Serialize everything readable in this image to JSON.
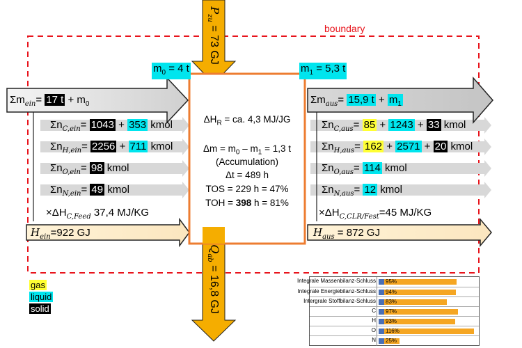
{
  "boundary_label": "boundary",
  "top_arrow": {
    "label": "P",
    "sub": "zu",
    "value": "= 73 GJ"
  },
  "bottom_arrow": {
    "label": "Q",
    "sub": "ab",
    "value": "= 16,8 GJ"
  },
  "m0_badge": {
    "prefix": "m",
    "sub": "0",
    "rest": " = 4 t"
  },
  "m1_badge": {
    "prefix": "m",
    "sub": "1",
    "rest": " = 5,3 t"
  },
  "center": {
    "dhr": "ΔH",
    "dhr_sub": "R",
    "dhr_rest": " = ca. 4,3 MJ/JG",
    "dm": "Δm = m",
    "dm_sub0": "0",
    "dm_mid": " – m",
    "dm_sub1": "1",
    "dm_rest": " = 1,3 t",
    "accumulation": "(Accumulation)",
    "dt": "Δt = 489 h",
    "tos": "TOS = 229 h = 47%",
    "toh_pre": "TOH = ",
    "toh_bold": "398",
    "toh_post": " h = 81%"
  },
  "left": {
    "mass": {
      "sym": "Σm",
      "sub": "ein",
      "eq": "= ",
      "solid": "17 t",
      "plus": " + m",
      "plus_sub": "0"
    },
    "rows": [
      {
        "sym": "Σn",
        "sub": "C,ein",
        "eq": "= ",
        "v1": "1043",
        "plus": " + ",
        "v2": "353",
        "unit": " kmol"
      },
      {
        "sym": "Σn",
        "sub": "H,ein",
        "eq": "= ",
        "v1": "2256",
        "plus": " + ",
        "v2": "711",
        "unit": " kmol"
      },
      {
        "sym": "Σn",
        "sub": "O,ein",
        "eq": "= ",
        "v1": "98",
        "unit": " kmol"
      },
      {
        "sym": "Σn",
        "sub": "N,ein",
        "eq": "= ",
        "v1": "49",
        "unit": " kmol"
      }
    ],
    "feed": {
      "pre": "×ΔH",
      "sub": "C,Feed",
      "val": "  37,4 MJ/KG"
    },
    "enthalpy": {
      "sym": "H",
      "sub": "ein",
      "val": "=922 GJ"
    }
  },
  "right": {
    "mass": {
      "sym": "Σm",
      "sub": "aus",
      "eq": "= ",
      "liquid": "15,9 t",
      "plus": " + ",
      "m1": "m",
      "m1_sub": "1"
    },
    "rows": [
      {
        "sym": "Σn",
        "sub": "C,aus",
        "eq": "= ",
        "gas": "85",
        "liquid": "1243",
        "solid": "33",
        "unit": " kmol"
      },
      {
        "sym": "Σn",
        "sub": "H,aus",
        "eq": "= ",
        "gas": "162",
        "liquid": "2571",
        "solid": "20",
        "unit": " kmol"
      },
      {
        "sym": "Σn",
        "sub": "O,aus",
        "eq": "= ",
        "liquid": "114",
        "unit": " kmol"
      },
      {
        "sym": "Σn",
        "sub": "N,aus",
        "eq": "= ",
        "liquid": "12",
        "unit": " kmol"
      }
    ],
    "clr": {
      "pre": "×ΔH",
      "sub": "C,CLR/Fest",
      "val": "=45 MJ/KG"
    },
    "enthalpy": {
      "sym": "H",
      "sub": "aus",
      "val": " = 872 GJ"
    }
  },
  "legend": {
    "gas": "gas",
    "liquid": "liquid",
    "solid": "solid"
  },
  "quality_table": {
    "rows": [
      {
        "label": "Integrale Massenbilanz-Schluss",
        "pct": "95%",
        "value": 95
      },
      {
        "label": "Integrale Energiebilanz-Schluss",
        "pct": "94%",
        "value": 94
      },
      {
        "label": "Intergrale Stoffbilanz-Schluss",
        "pct": "83%",
        "value": 83
      },
      {
        "label": "C",
        "pct": "97%",
        "value": 97
      },
      {
        "label": "H",
        "pct": "93%",
        "value": 93
      },
      {
        "label": "O",
        "pct": "116%",
        "value": 116
      },
      {
        "label": "N",
        "pct": "25%",
        "value": 25
      }
    ]
  },
  "colors": {
    "boundary": "#e8141c",
    "process_border": "#ed7d31",
    "energy_arrow": "#f5ad00",
    "cyan": "#00e5ee",
    "yellow": "#ffff33"
  }
}
